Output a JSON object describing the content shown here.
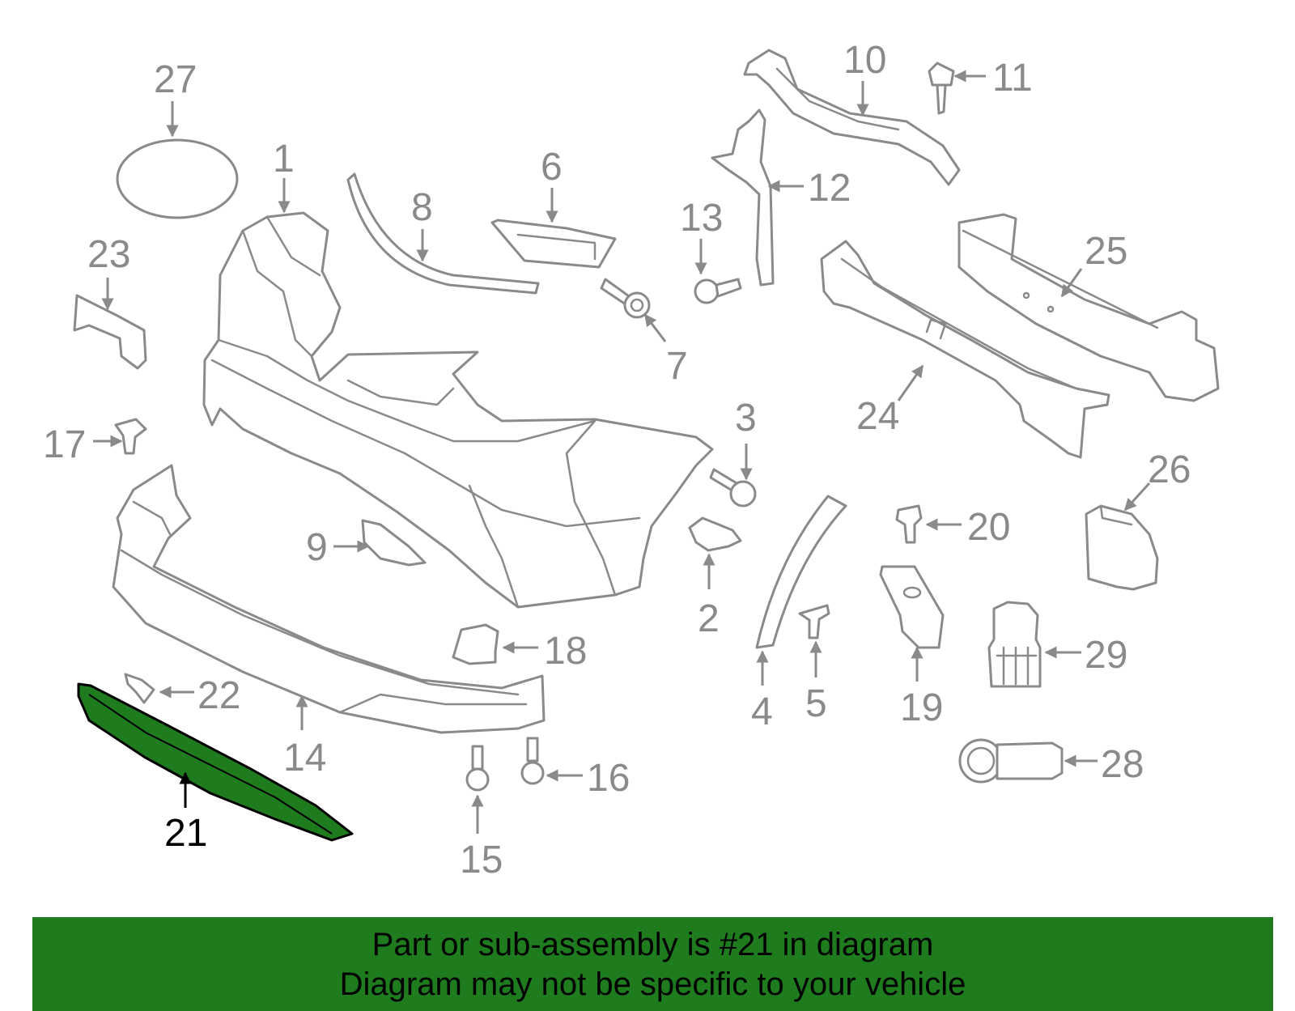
{
  "diagram": {
    "highlighted_part": "21",
    "part_numbers": [
      "1",
      "2",
      "3",
      "4",
      "5",
      "6",
      "7",
      "8",
      "9",
      "10",
      "11",
      "12",
      "13",
      "14",
      "15",
      "16",
      "17",
      "18",
      "19",
      "20",
      "21",
      "22",
      "23",
      "24",
      "25",
      "26",
      "27",
      "28",
      "29"
    ]
  },
  "banner": {
    "line1": "Part or sub-assembly is #21 in diagram",
    "line2": "Diagram may not be specific to your vehicle"
  },
  "colors": {
    "highlight": "#1e7b1e",
    "parts": "#8a8a8a"
  }
}
